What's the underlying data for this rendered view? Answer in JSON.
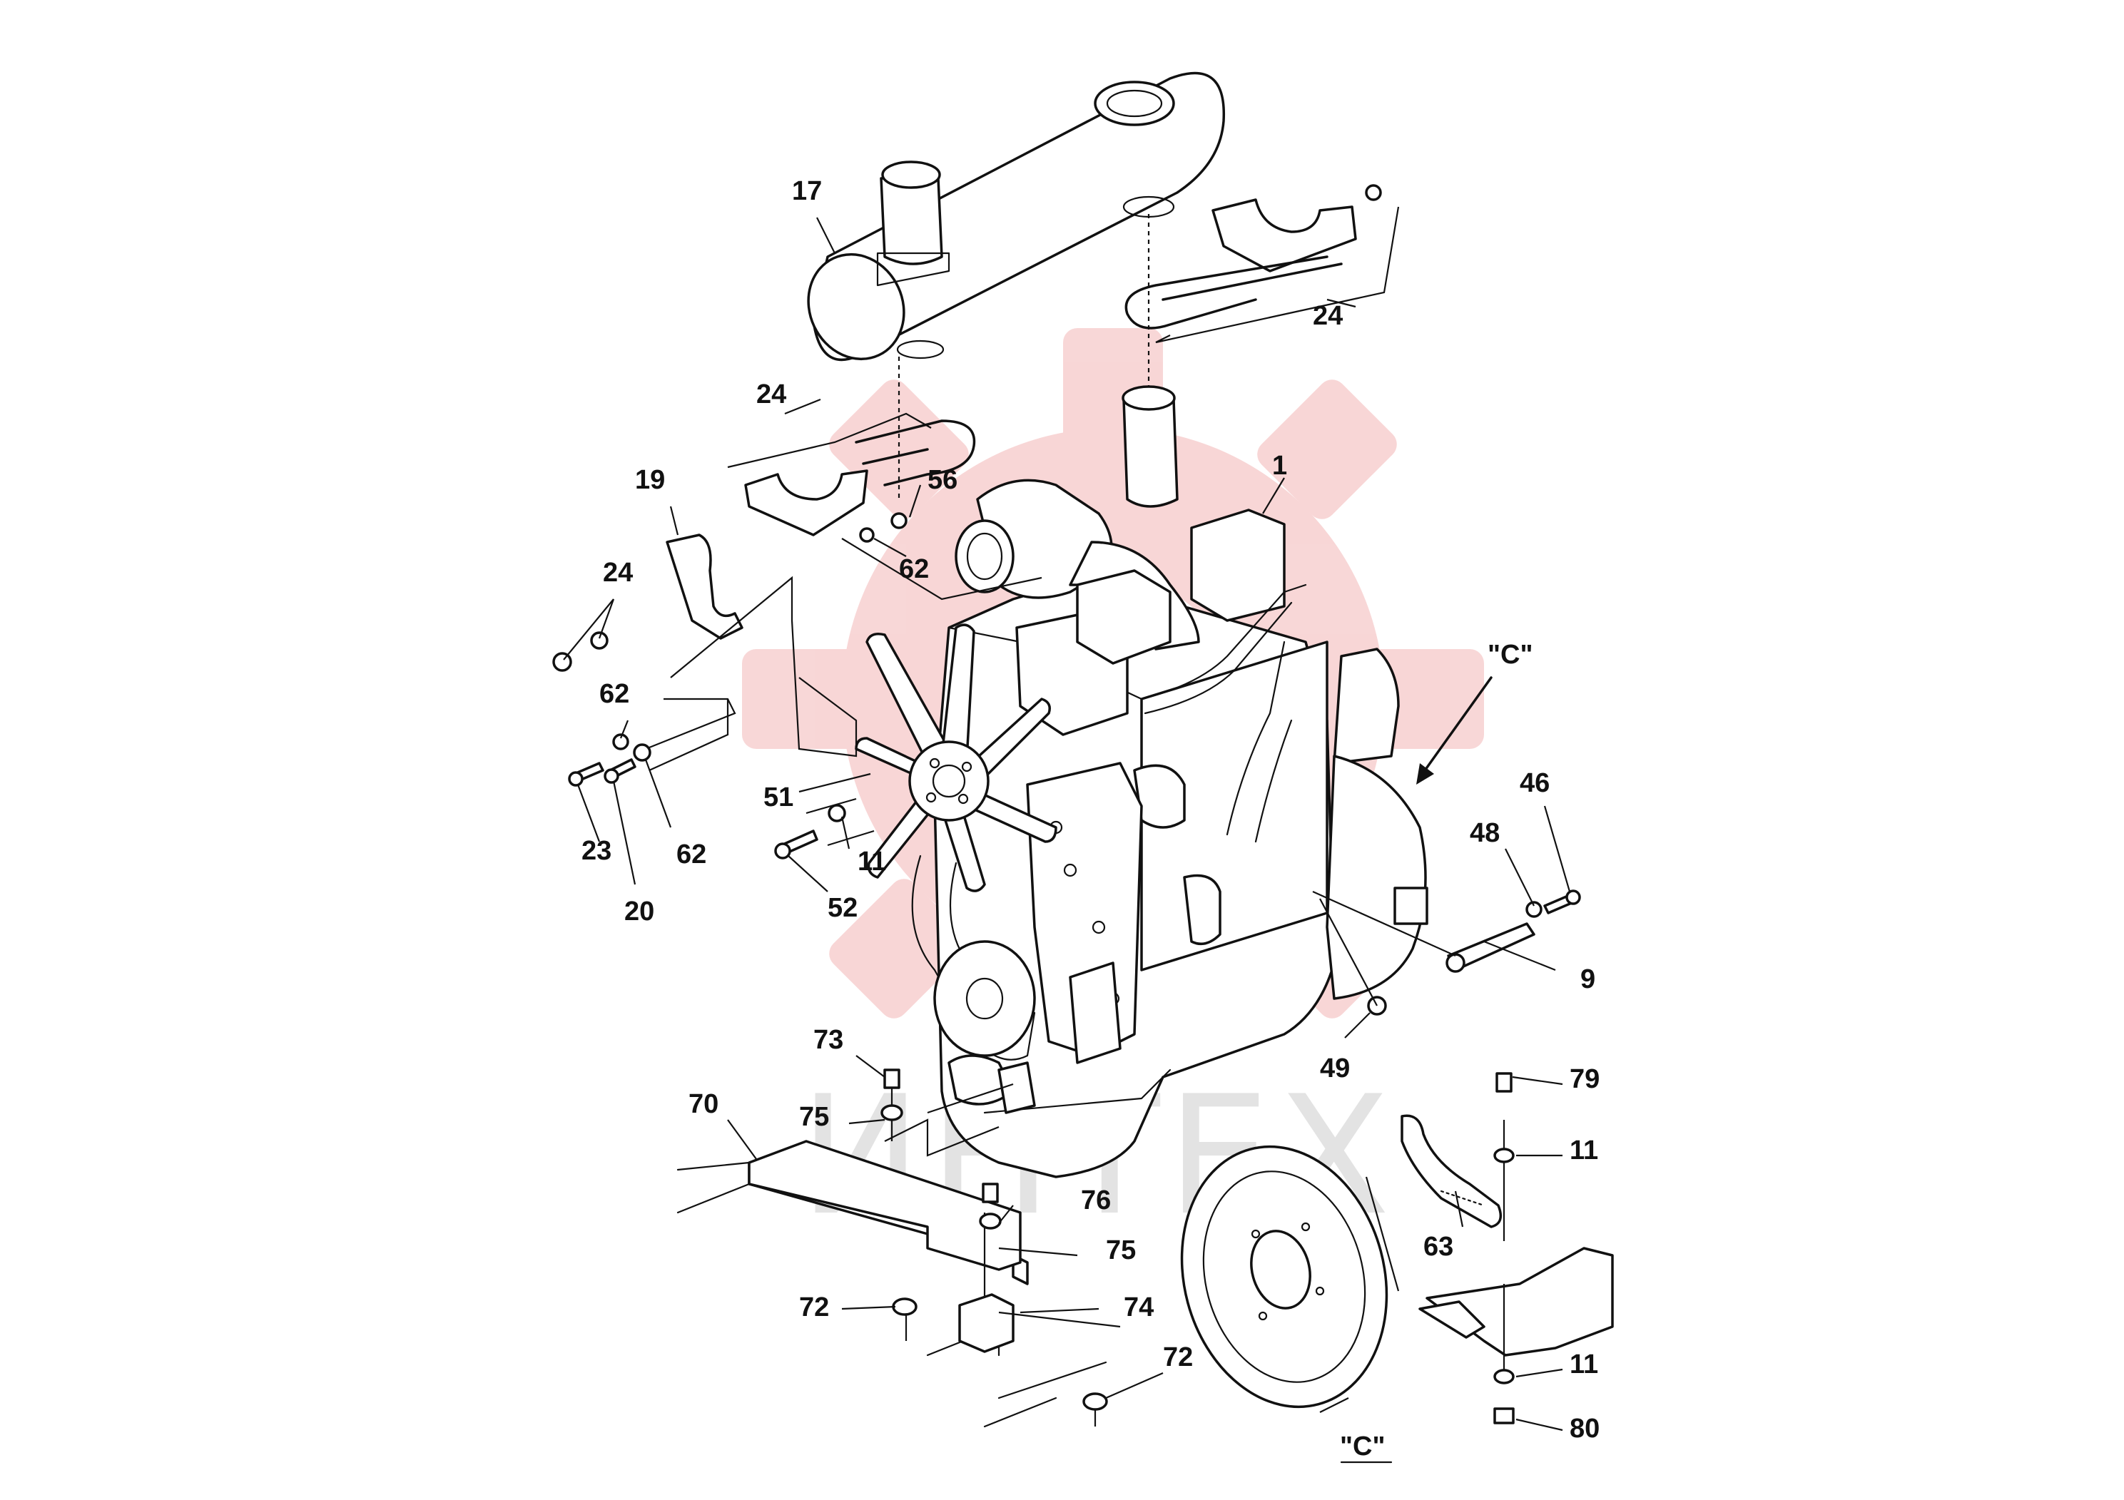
{
  "watermark": {
    "text": "ИНТЕХ",
    "color": "#f2b8b8"
  },
  "view_callout": {
    "arrow_label": "\"C\"",
    "view_label": "\"C\""
  },
  "part_labels": {
    "p1": "1",
    "p9": "9",
    "p11a": "11",
    "p11b": "11",
    "p11c": "11",
    "p17": "17",
    "p19": "19",
    "p20": "20",
    "p23": "23",
    "p24a": "24",
    "p24b": "24",
    "p24c": "24",
    "p46": "46",
    "p48": "48",
    "p49": "49",
    "p51": "51",
    "p52": "52",
    "p56": "56",
    "p62a": "62",
    "p62b": "62",
    "p62c": "62",
    "p63": "63",
    "p70": "70",
    "p72a": "72",
    "p72b": "72",
    "p73": "73",
    "p74": "74",
    "p75a": "75",
    "p75b": "75",
    "p76": "76",
    "p79": "79",
    "p80": "80"
  }
}
